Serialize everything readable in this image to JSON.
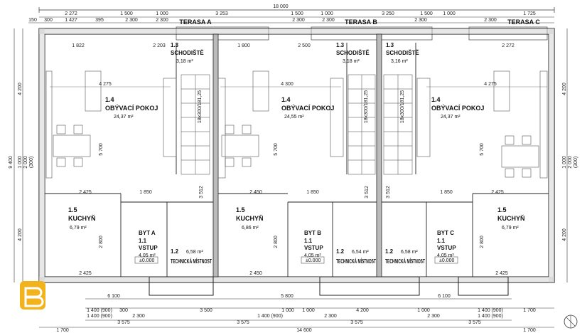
{
  "overall": {
    "top": "18 000",
    "bottom": "14 600",
    "left": "9 400"
  },
  "top_dims_1": [
    "2 272",
    "1 500",
    "1 000",
    "3 253",
    "1 500",
    "1 000",
    "3 250",
    "1 500",
    "1 000",
    "1 725"
  ],
  "top_dims_2": [
    "150",
    "300",
    "1 427",
    "395",
    "2 300",
    "2 300",
    "2 300",
    "2 300",
    "2 300",
    "2 300"
  ],
  "bottom_dims_1": [
    "6 100",
    "5 800",
    "6 100"
  ],
  "bottom_dims_2": [
    "1 400 (900)",
    "300",
    "3 500",
    "1 000",
    "1 000",
    "4 200",
    "1 000",
    "1 400 (900)",
    "1 700"
  ],
  "bottom_dims_3": [
    "1 400 (900)",
    "2 300",
    "1 400 (900)",
    "2 300",
    "1 400 (900)",
    "2 300"
  ],
  "bottom_dims_4": [
    "3 575",
    "3 575",
    "3 575",
    "3 575"
  ],
  "bottom_dims_5": [
    "1 700",
    "1 700"
  ],
  "side_dims": [
    "4 200",
    "1 000",
    "2 000",
    "(300)",
    "4 200"
  ],
  "terraces": [
    "TERASA  A",
    "TERASA  B",
    "TERASA  C"
  ],
  "rooms": {
    "living": [
      {
        "num": "1.4",
        "name": "OBÝVACÍ POKOJ",
        "area": "24,37 m²"
      },
      {
        "num": "1.4",
        "name": "OBÝVACÍ POKOJ",
        "area": "24,55 m²"
      },
      {
        "num": "1.4",
        "name": "OBÝVACÍ POKOJ",
        "area": "24,37 m²"
      }
    ],
    "kitchen": [
      {
        "num": "1.5",
        "name": "KUCHYŇ",
        "area": "6,79 m²"
      },
      {
        "num": "1.5",
        "name": "KUCHYŇ",
        "area": "6,86 m²"
      },
      {
        "num": "1.5",
        "name": "KUCHYŇ",
        "area": "6,79 m²"
      }
    ],
    "stairs": [
      {
        "num": "1.3",
        "name": "SCHODIŠTĚ",
        "area": "3,18 m²"
      },
      {
        "num": "1.3",
        "name": "SCHODIŠTĚ",
        "area": "3,18 m²"
      },
      {
        "num": "1.3",
        "name": "SCHODIŠTĚ",
        "area": "3,16 m²"
      }
    ],
    "entry": [
      {
        "unit": "BYT A",
        "num": "1.1",
        "name": "VSTUP",
        "area": "4,05 m²",
        "level": "±0.000"
      },
      {
        "unit": "BYT B",
        "num": "1.1",
        "name": "VSTUP",
        "area": "4,05 m²",
        "level": "±0.000"
      },
      {
        "unit": "BYT C",
        "num": "1.1",
        "name": "VSTUP",
        "area": "4,05 m²",
        "level": "±0.000"
      }
    ],
    "tech": [
      {
        "num": "1.2",
        "name": "TECHNICKÁ MÍSTNOST",
        "area": "6,58 m²"
      },
      {
        "num": "1.2",
        "name": "TECHNICKÁ MÍSTNOST",
        "area": "6,54 m²"
      },
      {
        "num": "1.2",
        "name": "TECHNICKÁ MÍSTNOST",
        "area": "6,58 m²"
      }
    ]
  },
  "inner_dims": {
    "living_w": [
      "4 275",
      "4 300",
      "4 275"
    ],
    "kitchen_w": [
      "2 425",
      "2 450",
      "2 425"
    ],
    "h_5700": "5 700",
    "h_2800": "2 800",
    "d_1850": "1 850",
    "d_3512": "3 512",
    "stair_spec": "18x300/181,25",
    "d_1822": "1 822",
    "d_2203": "2 203",
    "d_1800": "1 800",
    "d_2500": "2 500",
    "d_2272": "2 272"
  }
}
